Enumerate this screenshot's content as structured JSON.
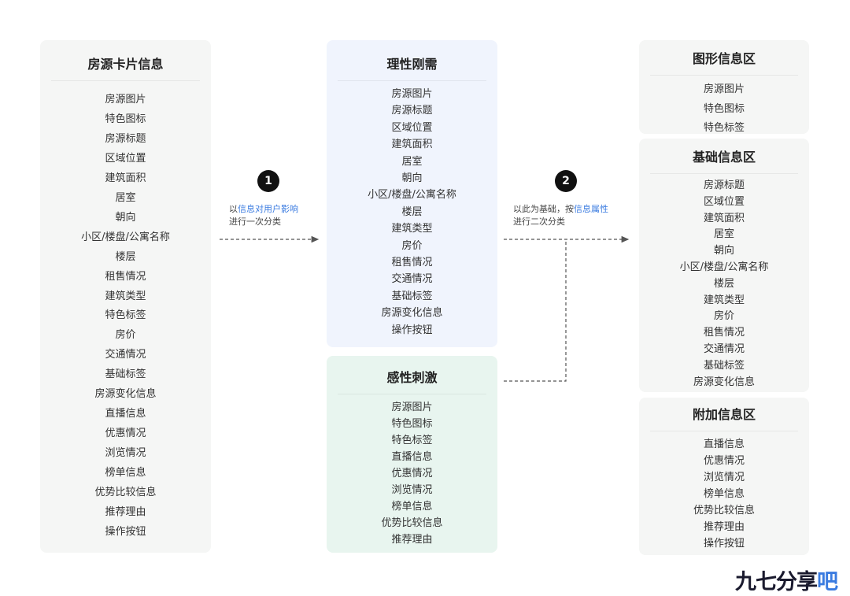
{
  "columns": {
    "source": {
      "title": "房源卡片信息",
      "items": [
        "房源图片",
        "特色图标",
        "房源标题",
        "区域位置",
        "建筑面积",
        "居室",
        "朝向",
        "小区/楼盘/公寓名称",
        "楼层",
        "租售情况",
        "建筑类型",
        "特色标签",
        "房价",
        "交通情况",
        "基础标签",
        "房源变化信息",
        "直播信息",
        "优惠情况",
        "浏览情况",
        "榜单信息",
        "优势比较信息",
        "推荐理由",
        "操作按钮"
      ]
    },
    "rational": {
      "title": "理性刚需",
      "items": [
        "房源图片",
        "房源标题",
        "区域位置",
        "建筑面积",
        "居室",
        "朝向",
        "小区/楼盘/公寓名称",
        "楼层",
        "建筑类型",
        "房价",
        "租售情况",
        "交通情况",
        "基础标签",
        "房源变化信息",
        "操作按钮"
      ]
    },
    "emotional": {
      "title": "感性刺激",
      "items": [
        "房源图片",
        "特色图标",
        "特色标签",
        "直播信息",
        "优惠情况",
        "浏览情况",
        "榜单信息",
        "优势比较信息",
        "推荐理由"
      ]
    },
    "graphic": {
      "title": "图形信息区",
      "items": [
        "房源图片",
        "特色图标",
        "特色标签"
      ]
    },
    "basic": {
      "title": "基础信息区",
      "items": [
        "房源标题",
        "区域位置",
        "建筑面积",
        "居室",
        "朝向",
        "小区/楼盘/公寓名称",
        "楼层",
        "建筑类型",
        "房价",
        "租售情况",
        "交通情况",
        "基础标签",
        "房源变化信息"
      ]
    },
    "extra": {
      "title": "附加信息区",
      "items": [
        "直播信息",
        "优惠情况",
        "浏览情况",
        "榜单信息",
        "优势比较信息",
        "推荐理由",
        "操作按钮"
      ]
    }
  },
  "steps": {
    "step1": {
      "number": "1",
      "line1_prefix": "以",
      "line1_highlight": "信息对用户影响",
      "line2": "进行一次分类"
    },
    "step2": {
      "number": "2",
      "line1_prefix": "以此为基础，按",
      "line1_highlight": "信息属性",
      "line2": "进行二次分类"
    }
  },
  "watermark": {
    "main": "九七分享",
    "accent": "吧"
  },
  "colors": {
    "highlight": "#3a7be0",
    "neutral_card": "#f5f6f5",
    "rational_card": "#f0f4fd",
    "emotional_card": "#e8f5ef",
    "badge": "#111111",
    "connector": "#555555"
  }
}
